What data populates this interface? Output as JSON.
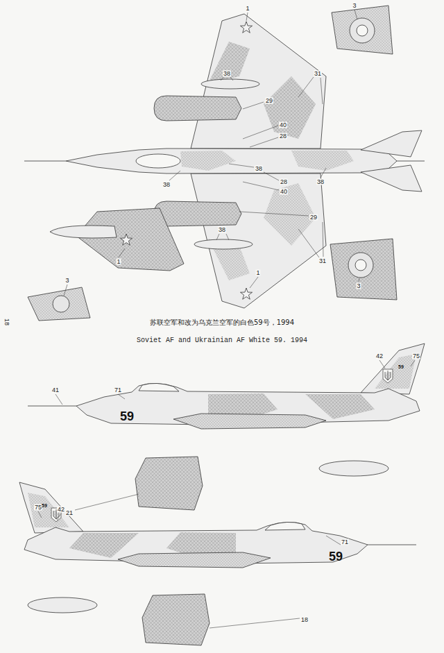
{
  "diagram": {
    "title": "苏联空军和改为乌克兰空军的白色59号，1994",
    "caption": "Soviet AF and Ukrainian AF White 59. 1994",
    "labels": [
      "3",
      "1",
      "38",
      "31",
      "29",
      "40",
      "28",
      "38",
      "28",
      "38",
      "38",
      "40",
      "29",
      "38",
      "31",
      "1",
      "1",
      "3",
      "3",
      "18",
      "42",
      "75",
      "59",
      "41",
      "71",
      "59",
      "21",
      "75",
      "42",
      "59",
      "71",
      "59",
      "18"
    ]
  }
}
